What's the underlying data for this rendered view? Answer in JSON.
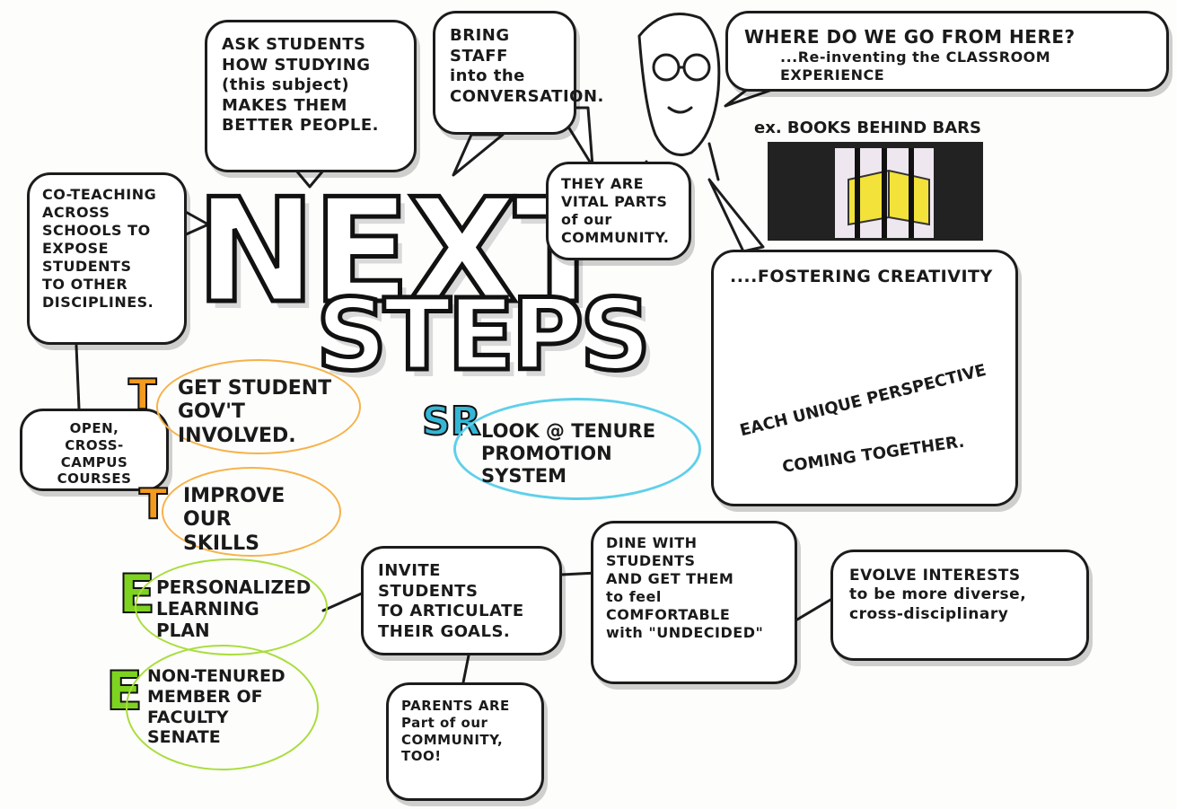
{
  "title": {
    "line1": "NEXT",
    "line2": "STEPS"
  },
  "bubbles": {
    "ask_students": [
      "ASK STUDENTS",
      "HOW STUDYING",
      "(this subject)",
      "MAKES THEM",
      "BETTER PEOPLE."
    ],
    "bring_staff": [
      "BRING",
      "STAFF",
      "into the",
      "CONVERSATION."
    ],
    "vital_parts": [
      "THEY are",
      "VITAL PARTS",
      "of our",
      "COMMUNITY."
    ],
    "where_go": [
      "WHERE DO WE GO FROM HERE?",
      "...Re-inventing the CLASSROOM EXPERIENCE"
    ],
    "co_teaching": [
      "CO-TEACHING",
      "ACROSS",
      "SCHOOLS to",
      "EXPOSE STUDENTS",
      "to OTHER",
      "DISCIPLINES."
    ],
    "open_courses": [
      "OPEN,",
      "CROSS-CAMPUS",
      "COURSES"
    ],
    "fostering": [
      "....FOSTERING CREATIVITY"
    ],
    "each_unique": [
      "EACH UNIQUE PERSPECTIVE",
      "COMING TOGETHER."
    ],
    "invite_students": [
      "INVITE STUDENTS",
      "TO ARTICULATE",
      "THEIR GOALS."
    ],
    "dine_students": [
      "DINE with",
      "STUDENTS",
      "and GET THEM",
      "to feel COMFORTABLE",
      "with \"UNDECIDED\""
    ],
    "evolve_interests": [
      "EVOLVE INTERESTS",
      "to be more diverse,",
      "cross-disciplinary"
    ],
    "parents": [
      "PARENTS are",
      "Part of our",
      "COMMUNITY, too!"
    ]
  },
  "books_caption": "ex. BOOKS BEHIND BARS",
  "action_items": [
    {
      "tag": "T",
      "lines": [
        "GET STUDENT",
        "GOV'T INVOLVED."
      ]
    },
    {
      "tag": "T",
      "lines": [
        "IMPROVE OUR",
        "SKILLS"
      ]
    },
    {
      "tag": "E",
      "lines": [
        "PERSONALIZED",
        "LEARNING PLAN"
      ]
    },
    {
      "tag": "E",
      "lines": [
        "NON-TENURED",
        "MEMBER of",
        "FACULTY SENATE"
      ]
    },
    {
      "tag": "SR",
      "lines": [
        "LOOK @ TENURE",
        "PROMOTION SYSTEM"
      ]
    }
  ],
  "colors": {
    "tag_t": "#f39a1f",
    "tag_e": "#7ed321",
    "tag_sr": "#35b6d6",
    "oval_orange": "#f6b24a",
    "oval_green": "#a9dd3c",
    "oval_blue": "#5fd0ea",
    "book": "#f2e23a",
    "hill_green": "#8bd631",
    "hill_orange": "#f39a1f",
    "hill_blue": "#34c3e0",
    "hill_purple": "#b58be0"
  }
}
